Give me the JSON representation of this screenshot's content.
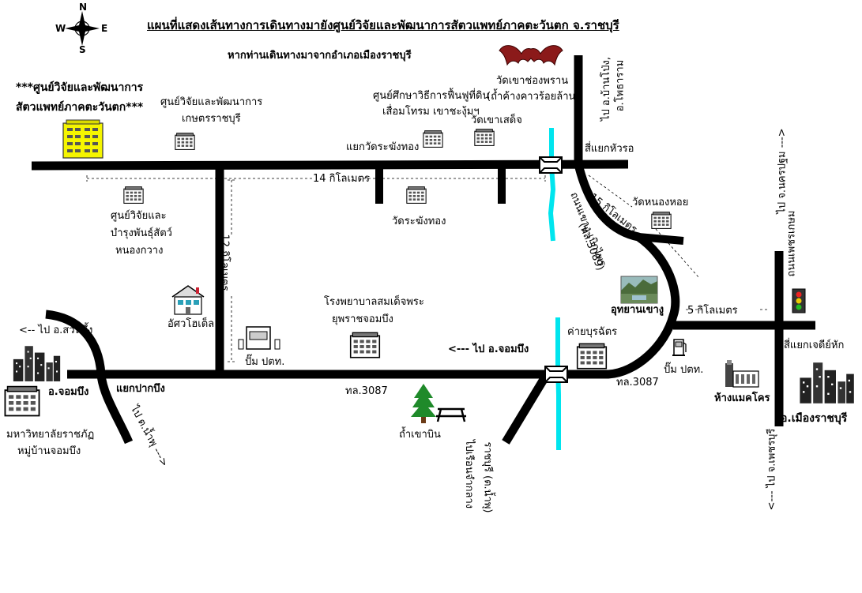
{
  "title": "แผนที่แสดงเส้นทางการเดินทางมายังศูนย์วิจัยและพัฒนาการสัตวแพทย์ภาคตะวันตก จ.ราชบุรี",
  "subtitle": "หากท่านเดินทางมาจากอำเภอเมืองราชบุรี",
  "compass": {
    "n": "N",
    "s": "S",
    "e": "E",
    "w": "W"
  },
  "destination": {
    "line1": "***ศูนย์วิจัยและพัฒนาการ",
    "line2": "สัตวแพทย์ภาคตะวันตก***"
  },
  "places": {
    "research_center_rb": {
      "l1": "ศูนย์วิจัยและพัฒนาการ",
      "l2": "เกษตรราชบุรี"
    },
    "khao_soi_dao": {
      "l1": "ศูนย์ศึกษาวิธีการฟื้นฟูที่ดิน",
      "l2": "เสื่อมโทรม เขาชะงุ้มฯ"
    },
    "wat_khao_sattha": "วัดเขาเสด็จ",
    "wat_khao_chong_phran": {
      "l1": "วัดเขาช่องพราน",
      "l2": "(ถ้ำค้างคาวร้อยล้าน)"
    },
    "yaek_wat_rakhang_thong": "แยกวัดระฆังทอง",
    "wat_rakhang_thong": "วัดระฆังทอง",
    "nong_kwang": {
      "l1": "ศูนย์วิจัยและ",
      "l2": "บำรุงพันธุ์สัตว์",
      "l3": "หนองกวาง"
    },
    "hotel": "อัศวโฮเต็ล",
    "gas1": "ปั๊ม ปตท.",
    "gas2": "ปั๊ม ปตท.",
    "hospital": {
      "l1": "โรงพยาบาลสมเด็จพระ",
      "l2": "ยุพราชจอมบึง"
    },
    "camp": "ค่ายบุรฉัตร",
    "cave": "ถ้ำเขาบิน",
    "khao_ngu_park": "อุทยานเขางู",
    "wat_nong_hoi": "วัดหนองหอย",
    "makro": "ห้างแมคโคร",
    "chom_bueng": "อ.จอมบึง",
    "muang_ratchaburi": "อ.เมืองราชบุรี",
    "university": {
      "l1": "มหาวิทยาลัยราชภัฏ",
      "l2": "หมู่บ้านจอมบึง"
    }
  },
  "junctions": {
    "hua_ro": "สี่แยกหัวรอ",
    "chedi_hak": "สี่แยกเจดีย์หัก",
    "pak_bueng": "แยกปากบึง"
  },
  "roads": {
    "r3087_a": "ทล.3087",
    "r3087_b": "ทล.3087",
    "khao_ngu_road": "ถนนเขางู-เบิกไพร",
    "khao_ngu_road_no": "(ทล.3089)",
    "phet_kasem": "ถนนเพชรเกษม"
  },
  "directions": {
    "to_chom_bueng": "<--- ไป อ.จอมบึง",
    "to_suan_phueng": "<-- ไป อ.สวนผึ้ง",
    "to_nam_phu_left": "ไป ต.น้ำพุ --->",
    "to_ban_pong": "ไป อ.บ้านโป่ง,",
    "to_photharam": "อ.โพธาราม",
    "to_nam_phu_bottom": "ไปเรือนจำกลาง",
    "to_nam_phu_bottom2": "ราชบุรี (ต.น้ำพุ)",
    "to_nakhon_pathom": "ไป จ.นครปฐม --->",
    "to_phetchaburi": "<--- ไป จ.เพชรบุรี"
  },
  "distances": {
    "d14": "14 กิโลเมตร",
    "d15": "15 กิโลเมตร",
    "d12": "12 กิโลเมตร",
    "d5": "5 กิโลเมตร"
  },
  "colors": {
    "road": "#000000",
    "river": "#00e5ee",
    "building": "#f5f500"
  }
}
